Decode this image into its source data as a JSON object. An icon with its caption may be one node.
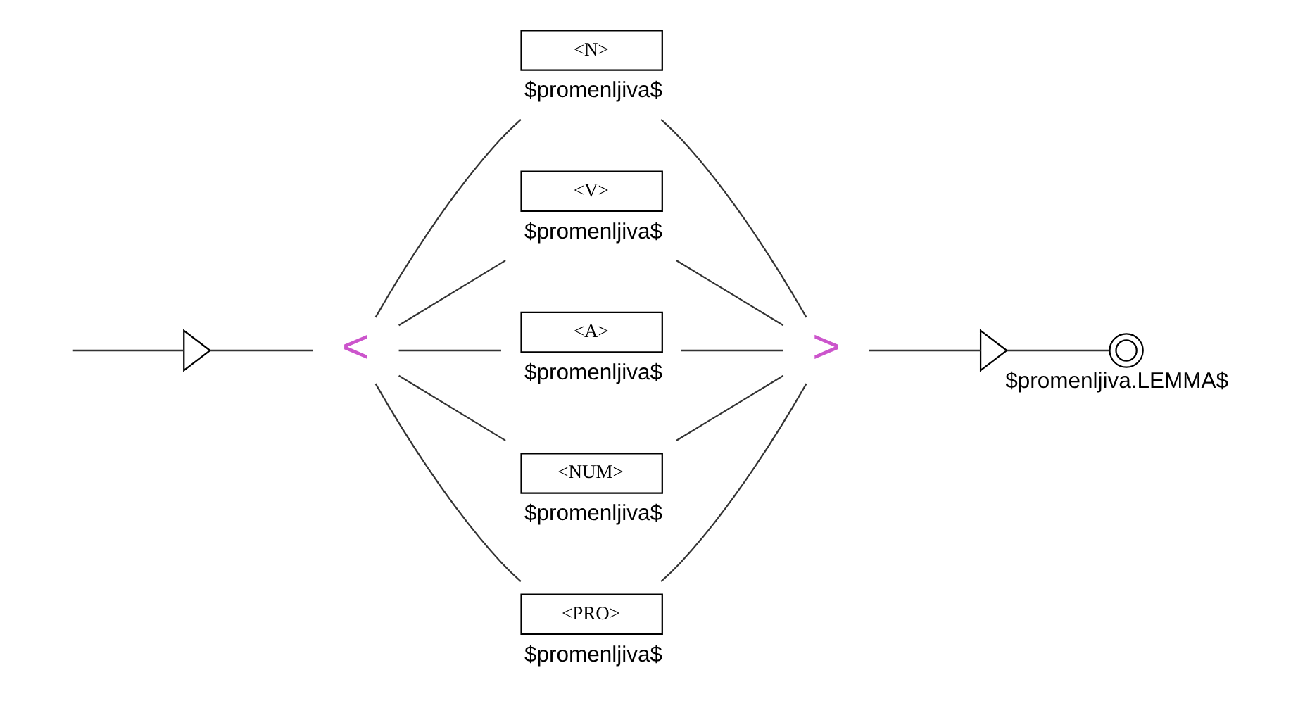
{
  "diagram": {
    "nodes": [
      {
        "text": [],
        "shape": "triangle"
      },
      {
        "text": [
          "<"
        ]
      },
      {
        "text": [
          "<N>"
        ],
        "beside": [
          "$promenljiva$"
        ]
      },
      {
        "text": [
          "<V>"
        ],
        "beside": [
          "$promenljiva$"
        ]
      },
      {
        "text": [
          "<A>"
        ],
        "beside": [
          "$promenljiva$"
        ]
      },
      {
        "text": [
          "<NUM>"
        ],
        "beside": [
          "$promenljiva$"
        ]
      },
      {
        "text": [
          "<PRO>"
        ],
        "beside": [
          "$promenljiva$"
        ]
      },
      {
        "text": [
          ">"
        ]
      },
      {
        "text": [],
        "shape": "triangle",
        "beside": [
          "$promenljiva.LEMMA$"
        ]
      },
      {
        "text": [],
        "shape": "circle"
      }
    ],
    "edges": [
      {
        "from": null,
        "to": 0,
        "arrow": "none"
      },
      {
        "from": 0,
        "to": 1,
        "arrow": "none"
      },
      {
        "from": 1,
        "to": 2,
        "arrow": "none"
      },
      {
        "from": 1,
        "to": 3,
        "arrow": "none"
      },
      {
        "from": 1,
        "to": 4,
        "arrow": "none"
      },
      {
        "from": 1,
        "to": 5,
        "arrow": "none"
      },
      {
        "from": 1,
        "to": 6,
        "arrow": "none"
      },
      {
        "from": 2,
        "to": 7,
        "arrow": "none"
      },
      {
        "from": 3,
        "to": 7,
        "arrow": "none"
      },
      {
        "from": 4,
        "to": 7,
        "arrow": "none"
      },
      {
        "from": 5,
        "to": 7,
        "arrow": "none"
      },
      {
        "from": 6,
        "to": 7,
        "arrow": "none"
      },
      {
        "from": 7,
        "to": 8,
        "arrow": "none"
      },
      {
        "from": 8,
        "to": 9,
        "arrow": "none"
      }
    ]
  }
}
